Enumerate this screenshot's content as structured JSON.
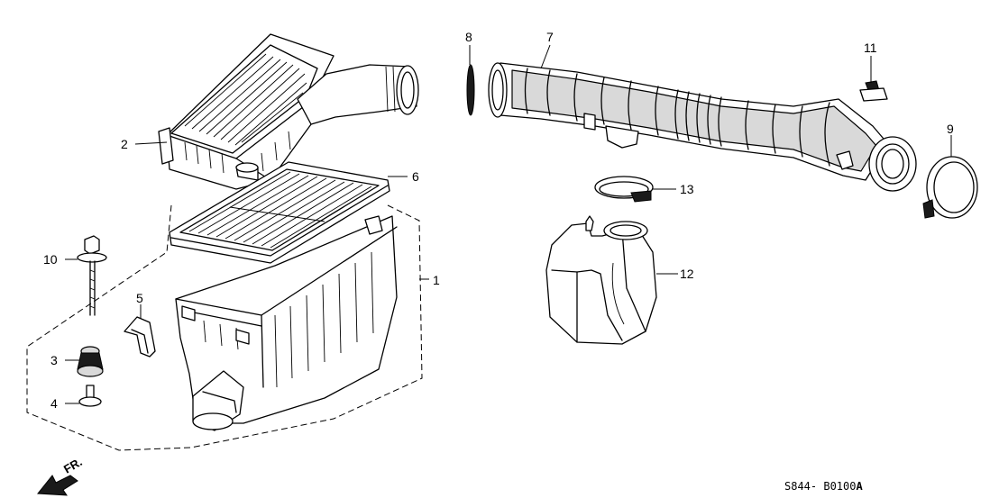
{
  "callouts": {
    "c1": "1",
    "c2": "2",
    "c3": "3",
    "c4": "4",
    "c5": "5",
    "c6": "6",
    "c7": "7",
    "c8": "8",
    "c9": "9",
    "c10": "10",
    "c11": "11",
    "c12": "12",
    "c13": "13"
  },
  "direction_label": "FR.",
  "diagram_code": "S844- B0100",
  "diagram_suffix": "A"
}
